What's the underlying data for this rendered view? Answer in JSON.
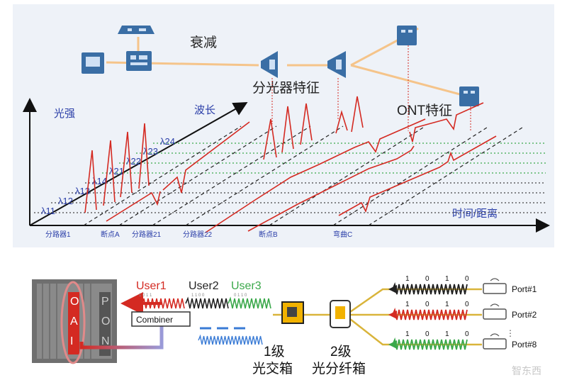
{
  "top": {
    "attenuation_label": "衰减",
    "splitter_feature_label": "分光器特征",
    "ont_feature_label": "ONT特征",
    "y_axis_label": "光强",
    "wavelength_axis_label": "波长",
    "x_axis_label": "时间/距离",
    "wavelengths": [
      "λ11",
      "λ12",
      "λ13",
      "λ14",
      "λ21",
      "λ22",
      "λ23",
      "λ24"
    ],
    "x_markers": [
      "分路器1",
      "断点A",
      "分路器21",
      "分路器22",
      "断点B",
      "弯曲C"
    ]
  },
  "bottom": {
    "olt_ports": [
      "O",
      "A",
      "I",
      "P",
      "O",
      "N"
    ],
    "users": [
      {
        "label": "User1",
        "color": "#d42a22",
        "bits": "1 0 1 1"
      },
      {
        "label": "User2",
        "color": "#222222",
        "bits": "1 1 0 0"
      },
      {
        "label": "User3",
        "color": "#3aa84a",
        "bits": "0 1 1 0"
      }
    ],
    "combiner_label": "Combiner",
    "box1_label": [
      "1级",
      "光交箱"
    ],
    "box2_label": [
      "2级",
      "光分纤箱"
    ],
    "ports": [
      {
        "label": "Port#1",
        "bits": [
          "1",
          "0",
          "1",
          "0"
        ],
        "color": "#222222"
      },
      {
        "label": "Port#2",
        "bits": [
          "1",
          "0",
          "1",
          "0"
        ],
        "color": "#d42a22"
      },
      {
        "label": "Port#8",
        "bits": [
          "1",
          "0",
          "1",
          "0"
        ],
        "color": "#3aa84a"
      }
    ],
    "ellipsis": "⋮",
    "watermark": "智东西"
  }
}
